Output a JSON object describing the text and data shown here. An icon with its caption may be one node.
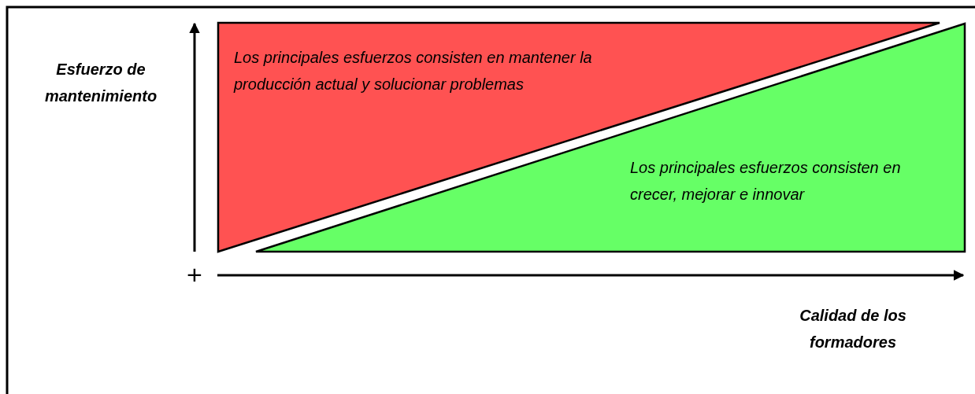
{
  "diagram": {
    "nodes": [
      {
        "text": [
          "Los principales esfuerzos consisten en mantener la producción actual y solucionar problemas"
        ]
      },
      {
        "text": [
          "Los principales esfuerzos consisten en crecer, mejorar e innovar"
        ]
      }
    ],
    "labels": [
      "Esfuerzo de mantenimiento",
      "+",
      "Calidad de los formadores"
    ]
  }
}
